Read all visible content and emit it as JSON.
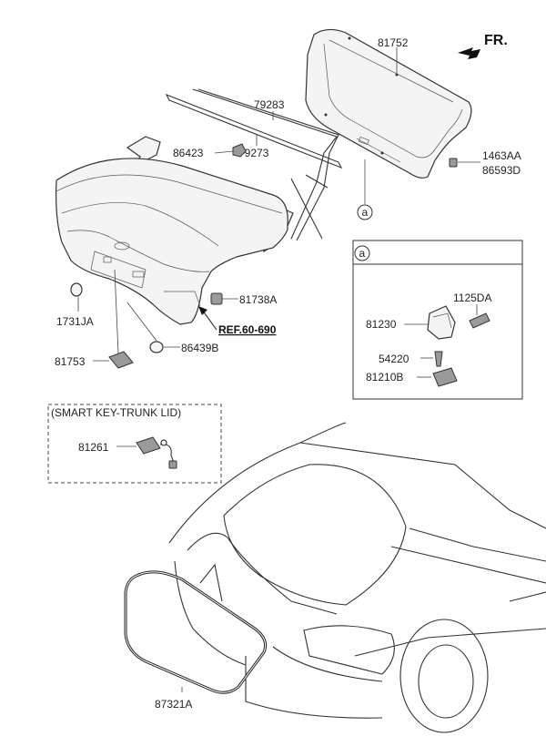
{
  "header": {
    "direction_label": "FR."
  },
  "callout": {
    "marker": "a"
  },
  "parts": {
    "trim_panel": "81752",
    "rod_upper": "79283",
    "rod_lower": "79273",
    "bracket": "86423",
    "bolt_a": "1463AA",
    "bolt_b": "86593D",
    "bumper": "81738A",
    "ref": "REF.60-690",
    "plug": "1731JA",
    "emblem": "86439B",
    "handle": "81753",
    "latch_bolt": "1125DA",
    "latch": "81230",
    "screw": "54220",
    "striker": "81210B",
    "switch": "81261",
    "weatherstrip": "87321A"
  },
  "smart_key_box": {
    "title": "(SMART KEY-TRUNK LID)"
  }
}
